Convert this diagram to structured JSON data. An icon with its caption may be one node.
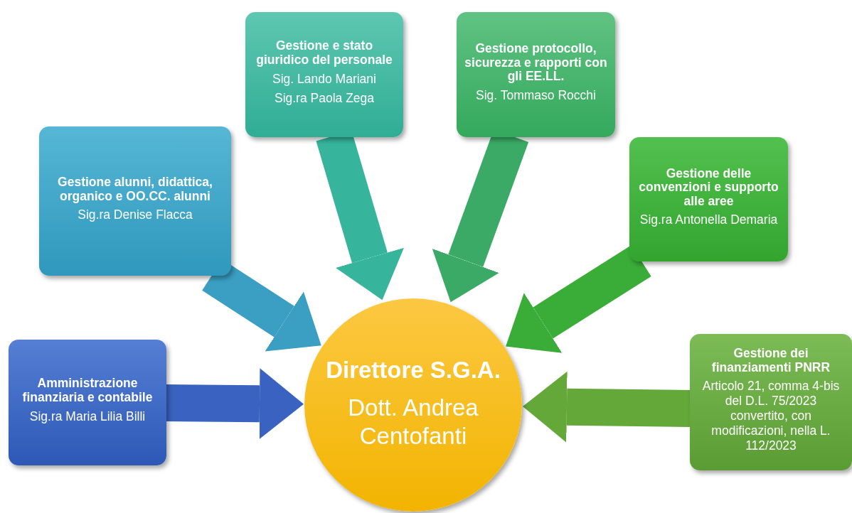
{
  "diagram": {
    "nodes": [
      {
        "text": [
          "Direttore S.G.A.",
          "Dott. Andrea Centofanti"
        ]
      },
      {
        "text": [
          "Gestione e stato giuridico del personale",
          "Sig. Lando Mariani",
          "Sig.ra Paola Zega"
        ]
      },
      {
        "text": [
          "Gestione protocollo, sicurezza e rapporti con gli EE.LL.",
          "Sig. Tommaso Rocchi"
        ]
      },
      {
        "text": [
          "Gestione alunni, didattica, organico  e OO.CC. alunni",
          "Sig.ra Denise Flacca"
        ]
      },
      {
        "text": [
          "Gestione delle convenzioni e supporto alle aree",
          "Sig.ra Antonella Demaria"
        ]
      },
      {
        "text": [
          "Amministrazione finanziaria e contabile",
          "Sig.ra Maria Lilia Billi"
        ]
      },
      {
        "text": [
          "Gestione dei finanziamenti PNRR",
          "Articolo 21, comma 4-bis del D.L. 75/2023 convertito, con modificazioni, nella L. 112/2023"
        ]
      }
    ],
    "edges": [
      {
        "from": 1,
        "to": 0,
        "arrow": "to",
        "color": "#36b49c"
      },
      {
        "from": 2,
        "to": 0,
        "arrow": "to",
        "color": "#3aaa66"
      },
      {
        "from": 3,
        "to": 0,
        "arrow": "to",
        "color": "#3a9fc2"
      },
      {
        "from": 4,
        "to": 0,
        "arrow": "to",
        "color": "#3aac38"
      },
      {
        "from": 5,
        "to": 0,
        "arrow": "to",
        "color": "#3a62c0"
      },
      {
        "from": 6,
        "to": 0,
        "arrow": "to",
        "color": "#64a83a"
      }
    ]
  }
}
